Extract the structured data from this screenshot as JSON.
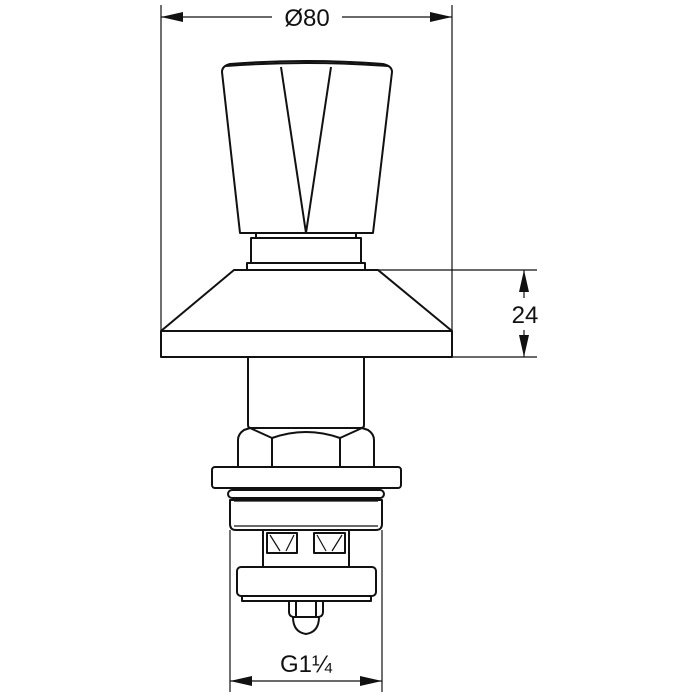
{
  "drawing": {
    "title": "Concealed valve upper part with cross handle",
    "line_color": "#111111",
    "background": "#ffffff"
  },
  "dimensions": {
    "diameter": {
      "label": "Ø80",
      "value": 80,
      "unit": "mm",
      "orientation": "horizontal"
    },
    "height": {
      "label": "24",
      "value": 24,
      "unit": "mm",
      "orientation": "vertical"
    },
    "thread": {
      "label": "G1¼",
      "value": "G1 1/4",
      "orientation": "horizontal"
    }
  },
  "parts": [
    {
      "name": "handle",
      "description": "Tapered handle with V groove"
    },
    {
      "name": "handle-collar",
      "description": "Stepped collar below handle"
    },
    {
      "name": "cover-rosette",
      "description": "Conical cover rosette with flat rim"
    },
    {
      "name": "spindle-sleeve",
      "description": "Cylindrical sleeve"
    },
    {
      "name": "hex-nut",
      "description": "Hexagon nut"
    },
    {
      "name": "flange-washer",
      "description": "Flange washer"
    },
    {
      "name": "threaded-body",
      "description": "Threaded body G1¼"
    },
    {
      "name": "valve-cage",
      "description": "Valve cage with ribs"
    },
    {
      "name": "valve-disc",
      "description": "Valve seal disc"
    },
    {
      "name": "retaining-nut",
      "description": "Small cap nut"
    }
  ]
}
